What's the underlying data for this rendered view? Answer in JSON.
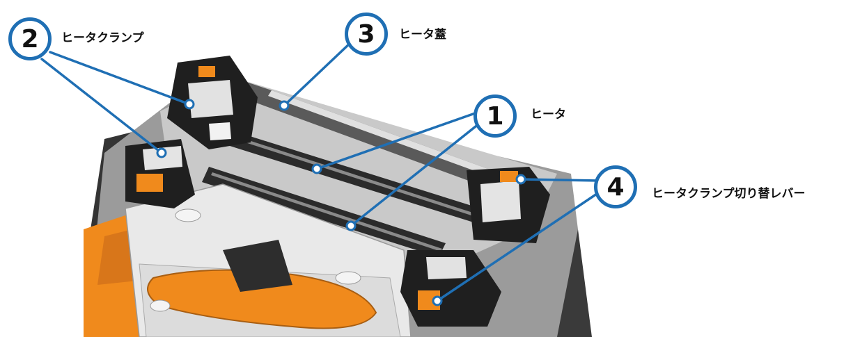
{
  "callouts": [
    {
      "number": "1",
      "label": "ヒータ"
    },
    {
      "number": "2",
      "label": "ヒータクランプ"
    },
    {
      "number": "3",
      "label": "ヒータ蓋"
    },
    {
      "number": "4",
      "label": "ヒータクランプ切り替レバー"
    }
  ],
  "colors": {
    "leader": "#1f6fb4",
    "body_orange": "#f08a1c",
    "body_dark": "#2a2a2a",
    "tray_grey": "#d4d4d4"
  }
}
